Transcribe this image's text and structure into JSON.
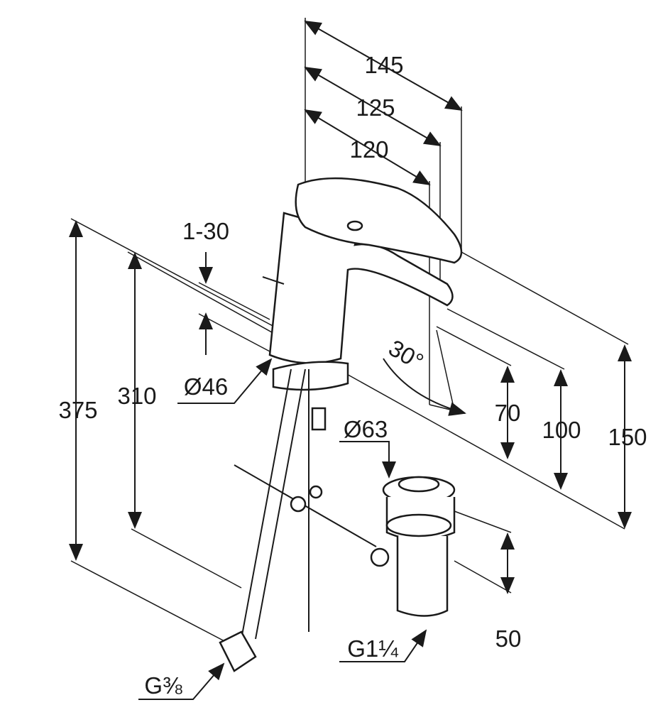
{
  "dimensions": {
    "width_145": "145",
    "width_125": "125",
    "width_120": "120",
    "flange_range": "1-30",
    "height_375": "375",
    "height_310": "310",
    "diameter_base": "Ø46",
    "swivel_angle": "30°",
    "height_70": "70",
    "height_100": "100",
    "height_150": "150",
    "diameter_waste": "Ø63",
    "height_50": "50",
    "thread_waste": "G1¼",
    "thread_supply": "G⅜"
  }
}
